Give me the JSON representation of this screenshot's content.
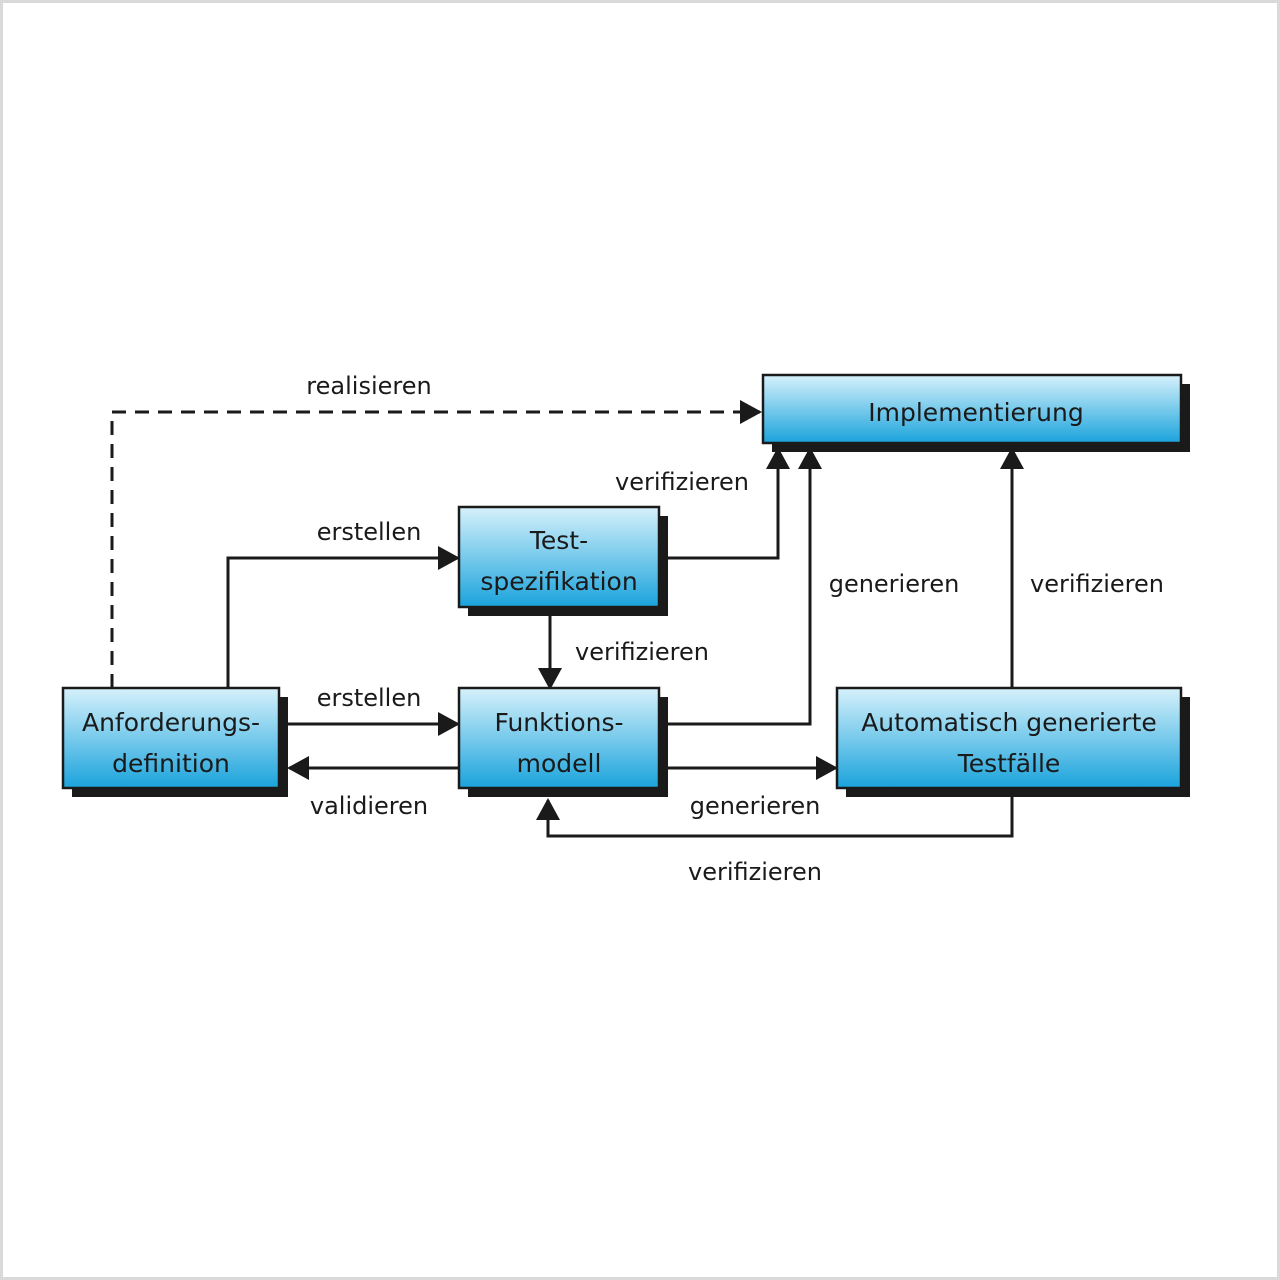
{
  "nodes": {
    "implementierung": {
      "lines": [
        "Implementierung"
      ]
    },
    "testspezifikation": {
      "lines": [
        "Test-",
        "spezifikation"
      ]
    },
    "anforderungsdefinition": {
      "lines": [
        "Anforderungs-",
        "definition"
      ]
    },
    "funktionsmodell": {
      "lines": [
        "Funktions-",
        "modell"
      ]
    },
    "testfaelle": {
      "lines": [
        "Automatisch generierte",
        "Testfälle"
      ]
    }
  },
  "edges": {
    "realisieren": "realisieren",
    "verifizieren_testspez_impl": "verifizieren",
    "erstellen_testspez": "erstellen",
    "generieren_modell_impl": "generieren",
    "verifizieren_testfaelle_impl": "verifizieren",
    "verifizieren_testspez_modell": "verifizieren",
    "erstellen_modell": "erstellen",
    "validieren": "validieren",
    "generieren_testfaelle": "generieren",
    "verifizieren_testfaelle_modell": "verifizieren"
  },
  "colors": {
    "box_light": "#d6f1fb",
    "box_dark": "#1aa3dc",
    "shadow": "#1a1a1a",
    "line": "#1a1a1a"
  }
}
